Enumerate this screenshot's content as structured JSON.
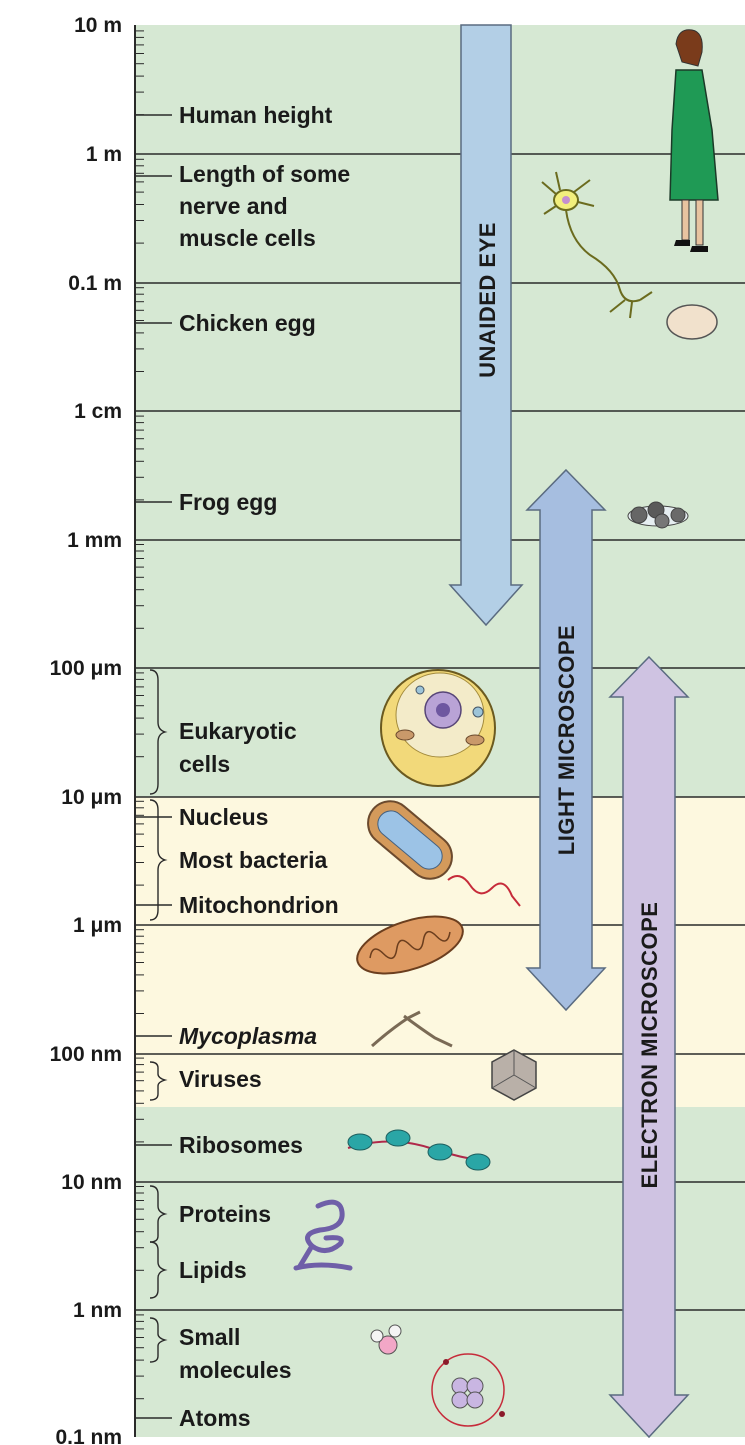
{
  "scale_labels": [
    "10 m",
    "1 m",
    "0.1 m",
    "1 cm",
    "1 mm",
    "100 μm",
    "10 μm",
    "1 μm",
    "100 nm",
    "10 nm",
    "1 nm",
    "0.1 nm"
  ],
  "items": {
    "human_height": "Human height",
    "nerve_line1": "Length of some",
    "nerve_line2": "nerve and",
    "nerve_line3": "muscle cells",
    "chicken_egg": "Chicken egg",
    "frog_egg": "Frog egg",
    "eukaryotic_line1": "Eukaryotic",
    "eukaryotic_line2": "cells",
    "nucleus": "Nucleus",
    "most_bacteria": "Most bacteria",
    "mitochondrion": "Mitochondrion",
    "mycoplasma": "Mycoplasma",
    "viruses": "Viruses",
    "ribosomes": "Ribosomes",
    "proteins": "Proteins",
    "lipids": "Lipids",
    "small_molecules_line1": "Small",
    "small_molecules_line2": "molecules",
    "atoms": "Atoms"
  },
  "arrows": {
    "unaided_eye": "UNAIDED EYE",
    "light_microscope": "LIGHT MICROSCOPE",
    "electron_microscope": "ELECTRON MICROSCOPE"
  },
  "colors": {
    "green_band": "#d6e8d3",
    "yellow_band": "#fdf8df",
    "unaided_arrow": "#b3cfe6",
    "light_arrow": "#a6bee0",
    "electron_arrow": "#cfc3e2",
    "line": "#2a2a2a"
  }
}
